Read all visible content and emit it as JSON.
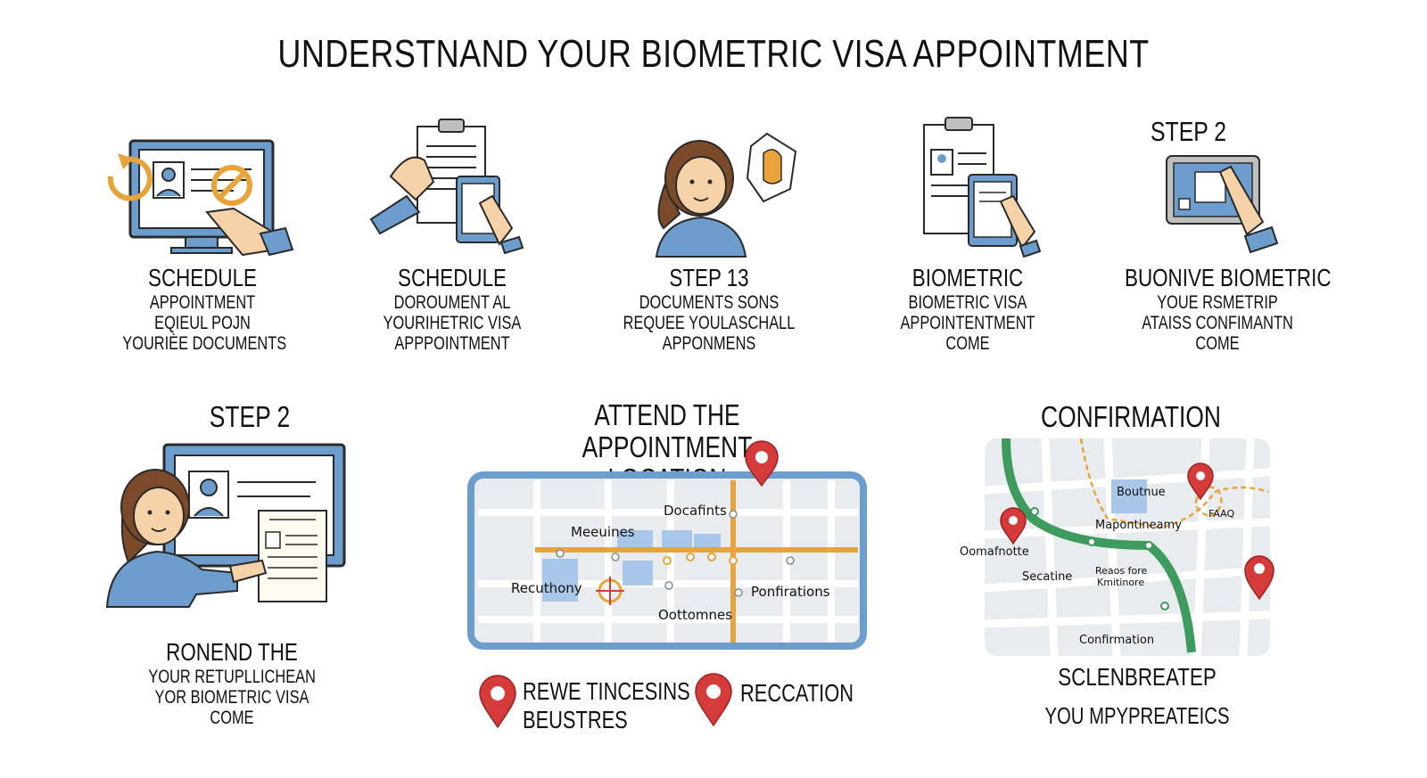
{
  "title": "UNDERSTNAND YOUR BIOMETRIC VISA APPOINTMENT",
  "steps": [
    {
      "heading": "SCHEDULE",
      "lines": [
        "APPOINTMENT",
        "EQIEUL POJN",
        "YOURIÈE DOCUMENTS"
      ]
    },
    {
      "heading": "SCHEDULE",
      "lines": [
        "DOROUMENT AL",
        "YOURIHETRIC VISA",
        "APPPOINTMENT"
      ]
    },
    {
      "heading": "STEP 13",
      "lines": [
        "DOCUMENTS SONS",
        "REQUEE YOULASCHALL",
        "APPONMENS"
      ]
    },
    {
      "heading": "BIOMETRIC",
      "lines": [
        "BIOMETRIC VISA",
        "APPOINTENTMENT",
        "COME"
      ]
    },
    {
      "heading": "BUONIVE BIOMETRIC",
      "lines": [
        "YOUE RSMETRIP",
        "ATAISS CONFIMANTN",
        "COME"
      ],
      "top_label": "STEP 2"
    }
  ],
  "left_section": {
    "heading": "STEP 2",
    "caption_heading": "RONEND THE",
    "caption_lines": [
      "YOUR RETUPLLICHEAN",
      "YOR BIOMETRIC VISA",
      "COME"
    ]
  },
  "middle_section": {
    "heading_lines": [
      "ATTEND THE APPOINTMENT",
      "LOCATION"
    ],
    "map_labels": {
      "a": "Docafints",
      "b": "Meeuines",
      "c": "Recuthony",
      "d": "Oottomnes",
      "e": "Ponfirations"
    },
    "legend": [
      {
        "lines": [
          "REWE TINCESINS",
          "BEUSTRES"
        ]
      },
      {
        "lines": [
          "RECCATION"
        ]
      }
    ]
  },
  "right_section": {
    "heading": "CONFIRMATION",
    "map_labels": {
      "a": "Boutnue",
      "b": "Mapontineamy",
      "c": "Oomafnotte",
      "d": "Secatine",
      "e": "Reaos fore",
      "f": "Kmitinore",
      "g": "Confirmation",
      "h": "FAAQ"
    },
    "caption_lines": [
      "SCLENBREATEP",
      "YOU MPYPREATEICS"
    ]
  },
  "colors": {
    "accent_blue": "#6d9dcd",
    "outline": "#2a2a2a",
    "orange": "#e8a33a",
    "pin_red": "#d63b3b",
    "route_green": "#3f9a5e",
    "skin": "#f6d2a8",
    "hair": "#7a4a2a"
  }
}
